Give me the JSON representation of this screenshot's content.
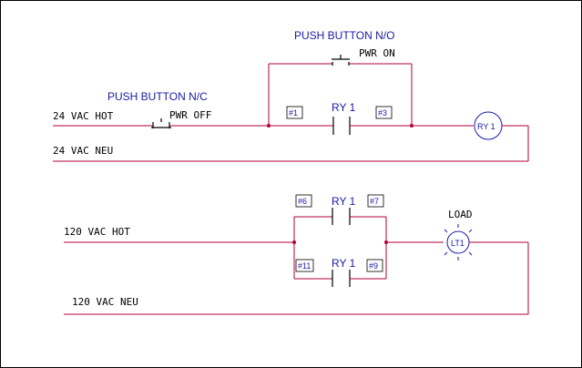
{
  "labels": {
    "pb_no_title": "PUSH BUTTON N/O",
    "pb_no_name": "PWR ON",
    "pb_nc_title": "PUSH BUTTON N/C",
    "pb_nc_name": "PWR OFF",
    "hot24": "24 VAC HOT",
    "neu24": "24 VAC NEU",
    "ry1_top": "RY 1",
    "coil": "RY 1",
    "tag1": "#1",
    "tag3": "#3",
    "hot120": "120 VAC HOT",
    "neu120": "120 VAC NEU",
    "ry1_a": "RY 1",
    "ry1_b": "RY 1",
    "tag6": "#6",
    "tag7": "#7",
    "tag11": "#11",
    "tag9": "#9",
    "load_title": "LOAD",
    "lamp": "LT1"
  },
  "colors": {
    "wire": "#b0003a",
    "label_blue": "#1a1aa6"
  }
}
